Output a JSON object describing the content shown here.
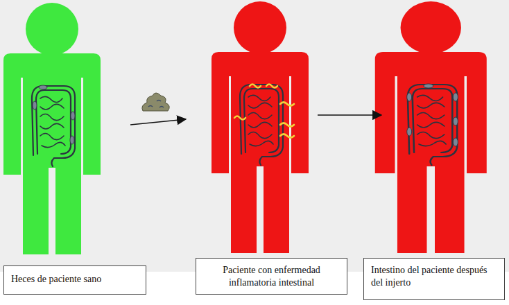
{
  "diagram": {
    "nodes": [
      {
        "text": [
          "Heces de paciente sano"
        ]
      },
      {
        "text": [
          "Paciente con enfermedad inflamatoria intestinal"
        ]
      },
      {
        "text": [
          "Intestino del paciente después del injerto"
        ]
      }
    ]
  }
}
